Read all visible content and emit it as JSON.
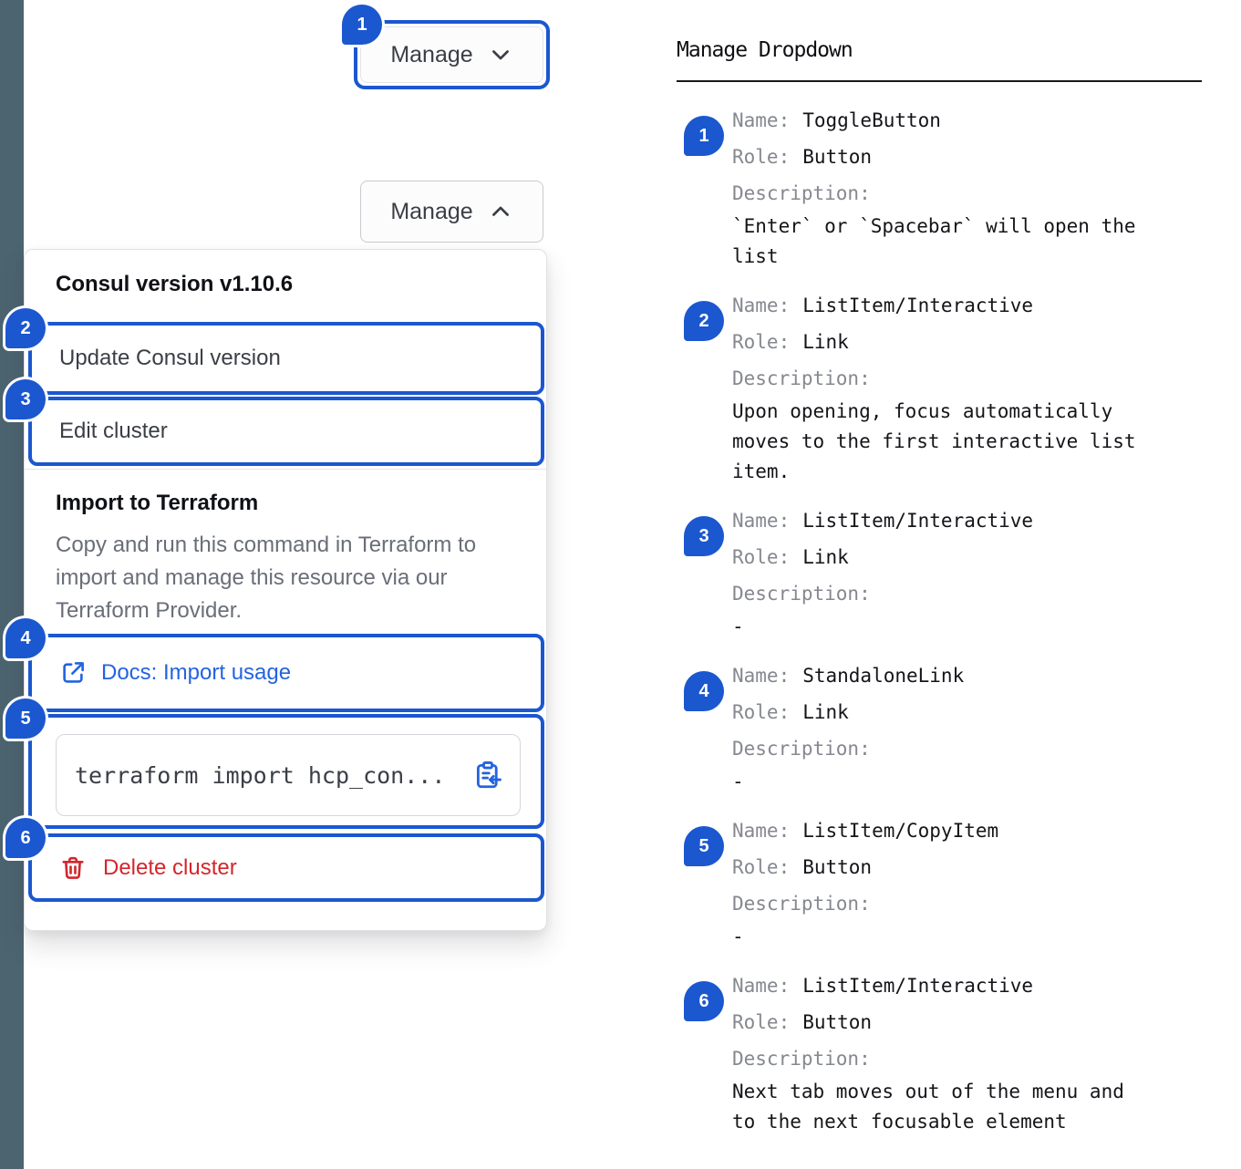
{
  "theme": {
    "accent_blue": "#1B57CF",
    "link_blue": "#2363DF",
    "critical_red": "#D2262C",
    "sidebar_strip": "#4C6470"
  },
  "components": {
    "toggle_button_closed": {
      "badge": "1",
      "label": "Manage"
    },
    "toggle_button_open": {
      "label": "Manage"
    },
    "dropdown": {
      "version_label": "Consul version v1.10.6",
      "items": [
        {
          "badge": "2",
          "label": "Update Consul version"
        },
        {
          "badge": "3",
          "label": "Edit cluster"
        }
      ],
      "terraform_section": {
        "title": "Import to Terraform",
        "description": "Copy and run this command in Terraform to import and manage this resource via our Terraform Provider.",
        "docs_link": {
          "badge": "4",
          "label": "Docs: Import usage"
        },
        "code": {
          "badge": "5",
          "text": "terraform import hcp_con..."
        }
      },
      "delete_item": {
        "badge": "6",
        "label": "Delete cluster"
      }
    }
  },
  "spec": {
    "title": "Manage Dropdown",
    "labels": {
      "name": "Name:",
      "role": "Role:",
      "description": "Description:"
    },
    "entries": [
      {
        "badge": "1",
        "name": "ToggleButton",
        "role": "Button",
        "description": "`Enter` or `Spacebar` will open the list"
      },
      {
        "badge": "2",
        "name": "ListItem/Interactive",
        "role": "Link",
        "description": "Upon opening, focus automatically moves to the first interactive list item."
      },
      {
        "badge": "3",
        "name": "ListItem/Interactive",
        "role": "Link",
        "description": "-"
      },
      {
        "badge": "4",
        "name": "StandaloneLink",
        "role": "Link",
        "description": "-"
      },
      {
        "badge": "5",
        "name": "ListItem/CopyItem",
        "role": "Button",
        "description": "-"
      },
      {
        "badge": "6",
        "name": "ListItem/Interactive",
        "role": "Button",
        "description": "Next tab moves out of the menu and to the next focusable element"
      }
    ]
  }
}
